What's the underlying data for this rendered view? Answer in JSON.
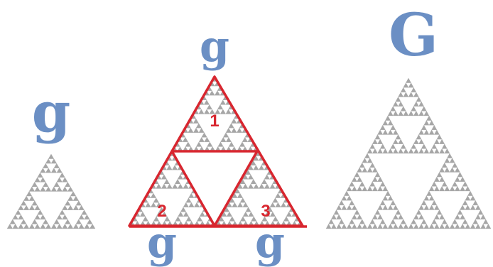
{
  "labels": {
    "small_top": "g",
    "middle_top": "g",
    "middle_bottom_left": "g",
    "middle_bottom_right": "g",
    "large_top": "G"
  },
  "sub_triangle_numbers": {
    "top": "1",
    "bottom_left": "2",
    "bottom_right": "3"
  },
  "colors": {
    "letter": "#6b8fc4",
    "fractal": "#a6a6a6",
    "highlight": "#d8262f"
  }
}
